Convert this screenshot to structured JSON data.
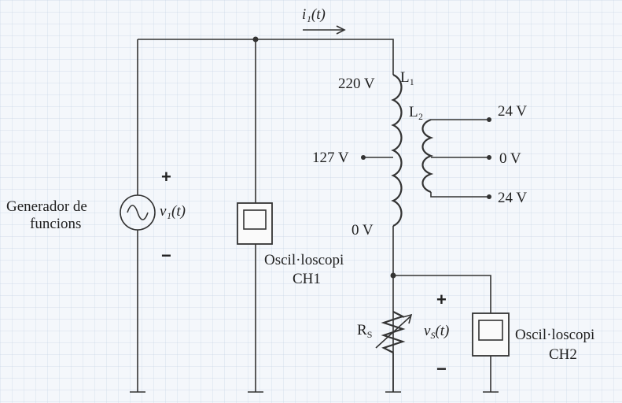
{
  "current_label": "i₁(t)",
  "generator": {
    "label_line1": "Generador de",
    "label_line2": "funcions",
    "voltage_label": "v₁(t)",
    "plus": "+",
    "minus": "−"
  },
  "transformer": {
    "primary_label": "L₁",
    "secondary_label": "L₂",
    "taps_primary": [
      "220 V",
      "127 V",
      "0 V"
    ],
    "taps_secondary": [
      "24 V",
      "0 V",
      "24 V"
    ]
  },
  "scope1": {
    "label_line1": "Oscil·loscopi",
    "label_line2": "CH1"
  },
  "scope2": {
    "label_line1": "Oscil·loscopi",
    "label_line2": "CH2"
  },
  "sense_resistor": {
    "label_main": "R",
    "label_sub": "S",
    "voltage_label_main": "v",
    "voltage_label_sub": "S",
    "voltage_label_rest": "(t)",
    "plus": "+",
    "minus": "−"
  }
}
